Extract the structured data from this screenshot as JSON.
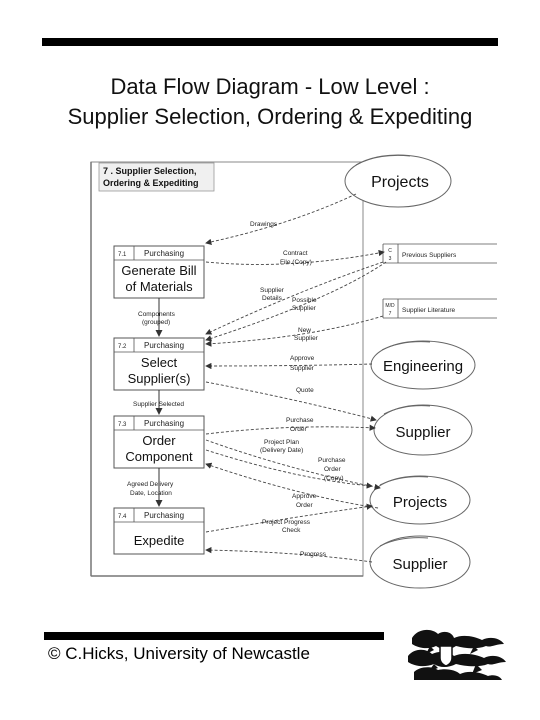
{
  "page": {
    "title_line1": "Data Flow Diagram - Low Level :",
    "title_line2": "Supplier Selection, Ordering & Expediting",
    "copyright": "© C.Hicks, University of Newcastle"
  },
  "process_group": {
    "title_line1": "7 . Supplier Selection,",
    "title_line2": "Ordering & Expediting"
  },
  "processes": [
    {
      "id": "7.1",
      "role": "Purchasing",
      "line1": "Generate Bill",
      "line2": "of Materials"
    },
    {
      "id": "7.2",
      "role": "Purchasing",
      "line1": "Select",
      "line2": "Supplier(s)"
    },
    {
      "id": "7.3",
      "role": "Purchasing",
      "line1": "Order",
      "line2": "Component"
    },
    {
      "id": "7.4",
      "role": "Purchasing",
      "line1": "Expedite",
      "line2": ""
    }
  ],
  "data_stores": [
    {
      "id_line1": "C",
      "id_line2": "3",
      "label": "Previous Suppliers"
    },
    {
      "id_line1": "M/D",
      "id_line2": "7",
      "label": "Supplier Literature"
    }
  ],
  "externals": [
    {
      "label": "Projects"
    },
    {
      "label": "Engineering"
    },
    {
      "label": "Supplier"
    },
    {
      "label": "Projects"
    },
    {
      "label": "Supplier"
    }
  ],
  "flows": {
    "drawings": "Drawings",
    "contract_file_1": "Contract",
    "contract_file_2": "File (Copy)",
    "supplier_details_1": "Supplier",
    "supplier_details_2": "Details",
    "possible_supplier_1": "Possible",
    "possible_supplier_2": "Supplier",
    "components_grouped_1": "Components",
    "components_grouped_2": "(grouped)",
    "new_supplier_1": "New",
    "new_supplier_2": "Supplier",
    "approve_supplier_1": "Approve",
    "approve_supplier_2": "Supplier",
    "quote": "Quote",
    "supplier_selected": "Supplier Selected",
    "purchase_order_1": "Purchase",
    "purchase_order_2": "Order",
    "project_plan_1": "Project Plan",
    "project_plan_2": "(Delivery Date)",
    "po_copy_1": "Purchase",
    "po_copy_2": "Order",
    "po_copy_3": "(Copy)",
    "agreed_delivery_1": "Agreed Delivery",
    "agreed_delivery_2": "Date, Location",
    "approve_order_1": "Approve",
    "approve_order_2": "Order",
    "progress_check_1": "Project Progress",
    "progress_check_2": "Check",
    "progress": "Progress"
  }
}
